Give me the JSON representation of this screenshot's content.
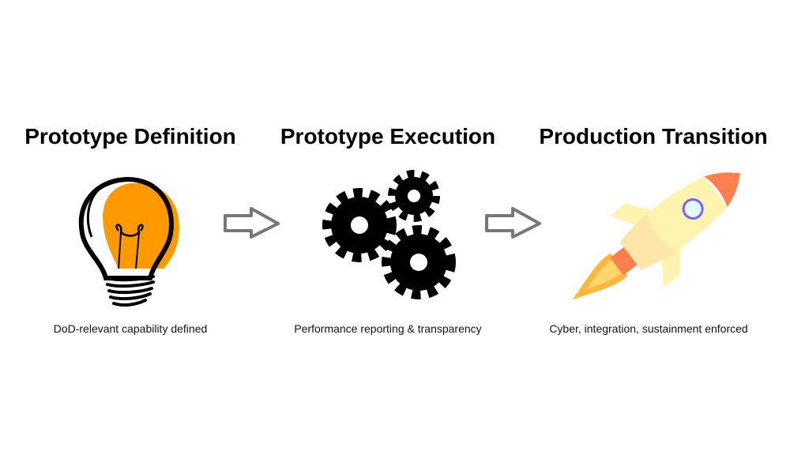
{
  "stages": [
    {
      "title": "Prototype Definition",
      "caption": "DoD-relevant capability defined",
      "icon": "lightbulb-icon"
    },
    {
      "title": "Prototype Execution",
      "caption": "Performance reporting & transparency",
      "icon": "gears-icon"
    },
    {
      "title": "Production Transition",
      "caption": "Cyber, integration, sustainment enforced",
      "icon": "rocket-icon"
    }
  ],
  "colors": {
    "bulb": "#FF9900",
    "arrow": "#777777",
    "rocket_body": "#FFF3B0",
    "rocket_nose": "#FF7F50",
    "window": "#7B61FF",
    "flame": "#FFB83D"
  }
}
